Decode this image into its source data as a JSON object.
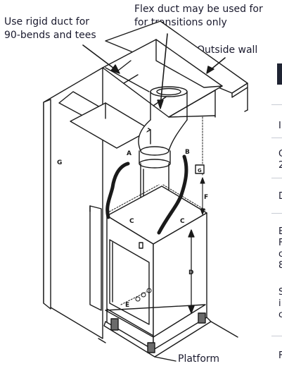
{
  "callouts": {
    "rigid_duct": [
      "Use rigid duct for",
      "90-bends and tees"
    ],
    "flex_duct": [
      "Flex duct may be used for",
      "for transitions only"
    ],
    "outside_wall": "Outside wall",
    "platform": "Platform"
  },
  "diagram_labels": {
    "g": "G",
    "a": "A",
    "b": "B",
    "c_left": "C",
    "c_right": "C",
    "d": "D",
    "e": "E",
    "f": "F",
    "g_small": "G"
  },
  "edge_fragments": [
    {
      "id": "frag-1",
      "text": "I"
    },
    {
      "id": "frag-2",
      "text": "C"
    },
    {
      "id": "frag-3",
      "text": "2"
    },
    {
      "id": "frag-4",
      "text": "D"
    },
    {
      "id": "frag-5",
      "text": "E"
    },
    {
      "id": "frag-6",
      "text": "F"
    },
    {
      "id": "frag-7",
      "text": "c"
    },
    {
      "id": "frag-8",
      "text": "8"
    },
    {
      "id": "frag-9",
      "text": "S"
    },
    {
      "id": "frag-10",
      "text": "i"
    },
    {
      "id": "frag-11",
      "text": "c"
    },
    {
      "id": "frag-12",
      "text": "F"
    }
  ],
  "colors": {
    "ink": "#1a1a1a",
    "text": "#1a1a2e",
    "rule": "#c8ccd4"
  }
}
